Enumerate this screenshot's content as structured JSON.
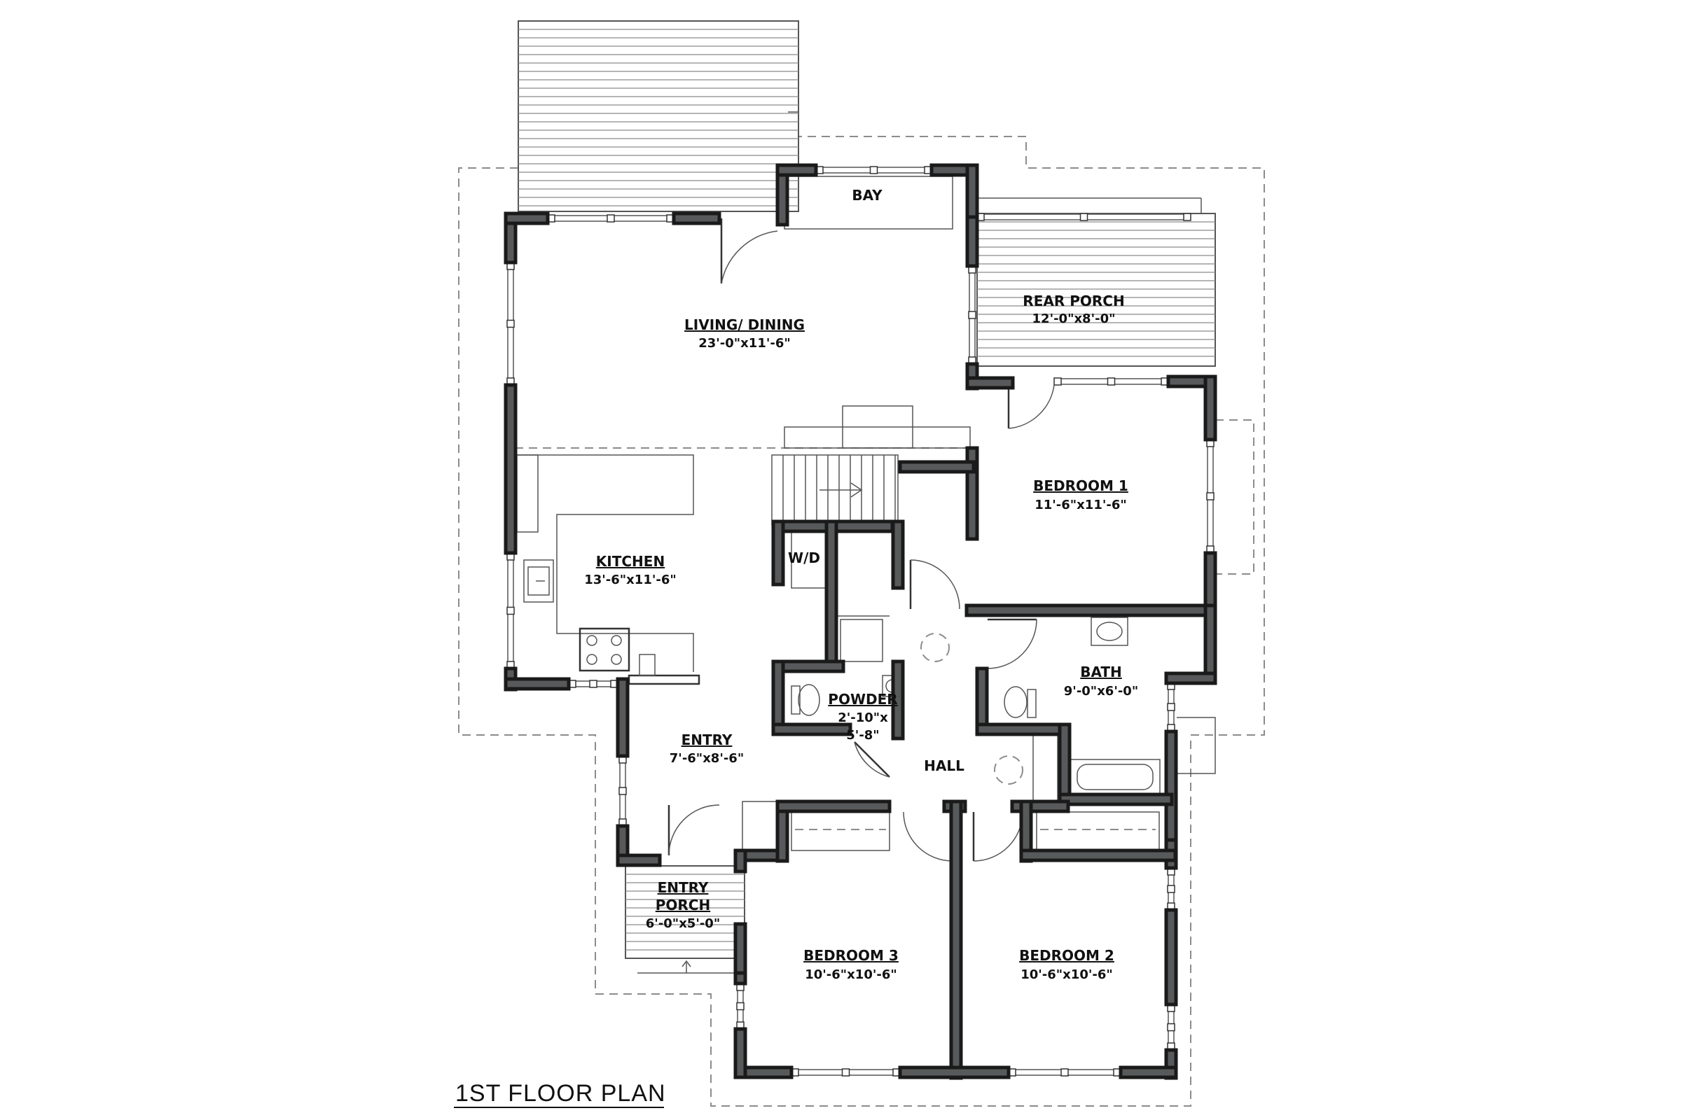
{
  "plan_title": "1ST FLOOR PLAN",
  "rooms": {
    "bay": {
      "name": "BAY"
    },
    "rear_porch": {
      "name": "REAR PORCH",
      "dims": "12'-0\"x8'-0\""
    },
    "living_dining": {
      "name": "LIVING/ DINING",
      "dims": "23'-0\"x11'-6\""
    },
    "bedroom_1": {
      "name": "BEDROOM 1",
      "dims": "11'-6\"x11'-6\""
    },
    "kitchen": {
      "name": "KITCHEN",
      "dims": "13'-6\"x11'-6\""
    },
    "wd": {
      "name": "W/D"
    },
    "bath": {
      "name": "BATH",
      "dims": "9'-0\"x6'-0\""
    },
    "powder": {
      "name": "POWDER",
      "dims_line1": "2'-10\"x",
      "dims_line2": "5'-8\""
    },
    "entry": {
      "name": "ENTRY",
      "dims": "7'-6\"x8'-6\""
    },
    "hall": {
      "name": "HALL"
    },
    "entry_porch": {
      "name_line1": "ENTRY",
      "name_line2": "PORCH",
      "dims": "6'-0\"x5'-0\""
    },
    "bedroom_3": {
      "name": "BEDROOM 3",
      "dims": "10'-6\"x10'-6\""
    },
    "bedroom_2": {
      "name": "BEDROOM 2",
      "dims": "10'-6\"x10'-6\""
    }
  }
}
